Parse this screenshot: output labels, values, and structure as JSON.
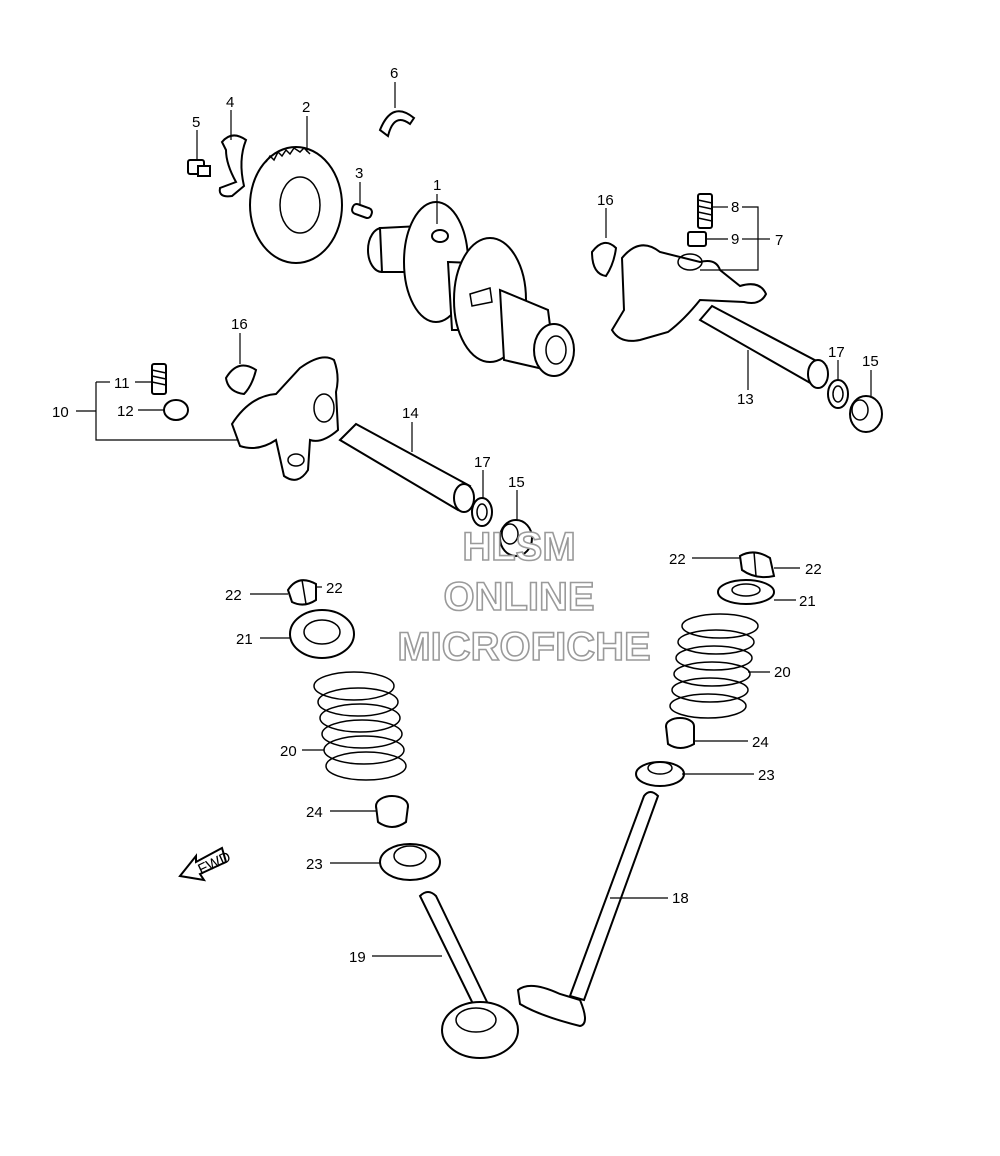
{
  "callouts": [
    "1",
    "2",
    "3",
    "4",
    "5",
    "6",
    "7",
    "8",
    "9",
    "10",
    "11",
    "12",
    "13",
    "14",
    "15",
    "15",
    "16",
    "16",
    "17",
    "17",
    "18",
    "19",
    "20",
    "20",
    "21",
    "21",
    "22",
    "22",
    "22",
    "22",
    "23",
    "23",
    "24",
    "24"
  ],
  "watermark": {
    "line1": "HLSM",
    "line2": "ONLINE",
    "line3": "MICROFICHE"
  },
  "fwd_label": "FWD",
  "colors": {
    "line": "#000000",
    "watermark_stroke": "#9a9a9a",
    "background": "#ffffff"
  }
}
